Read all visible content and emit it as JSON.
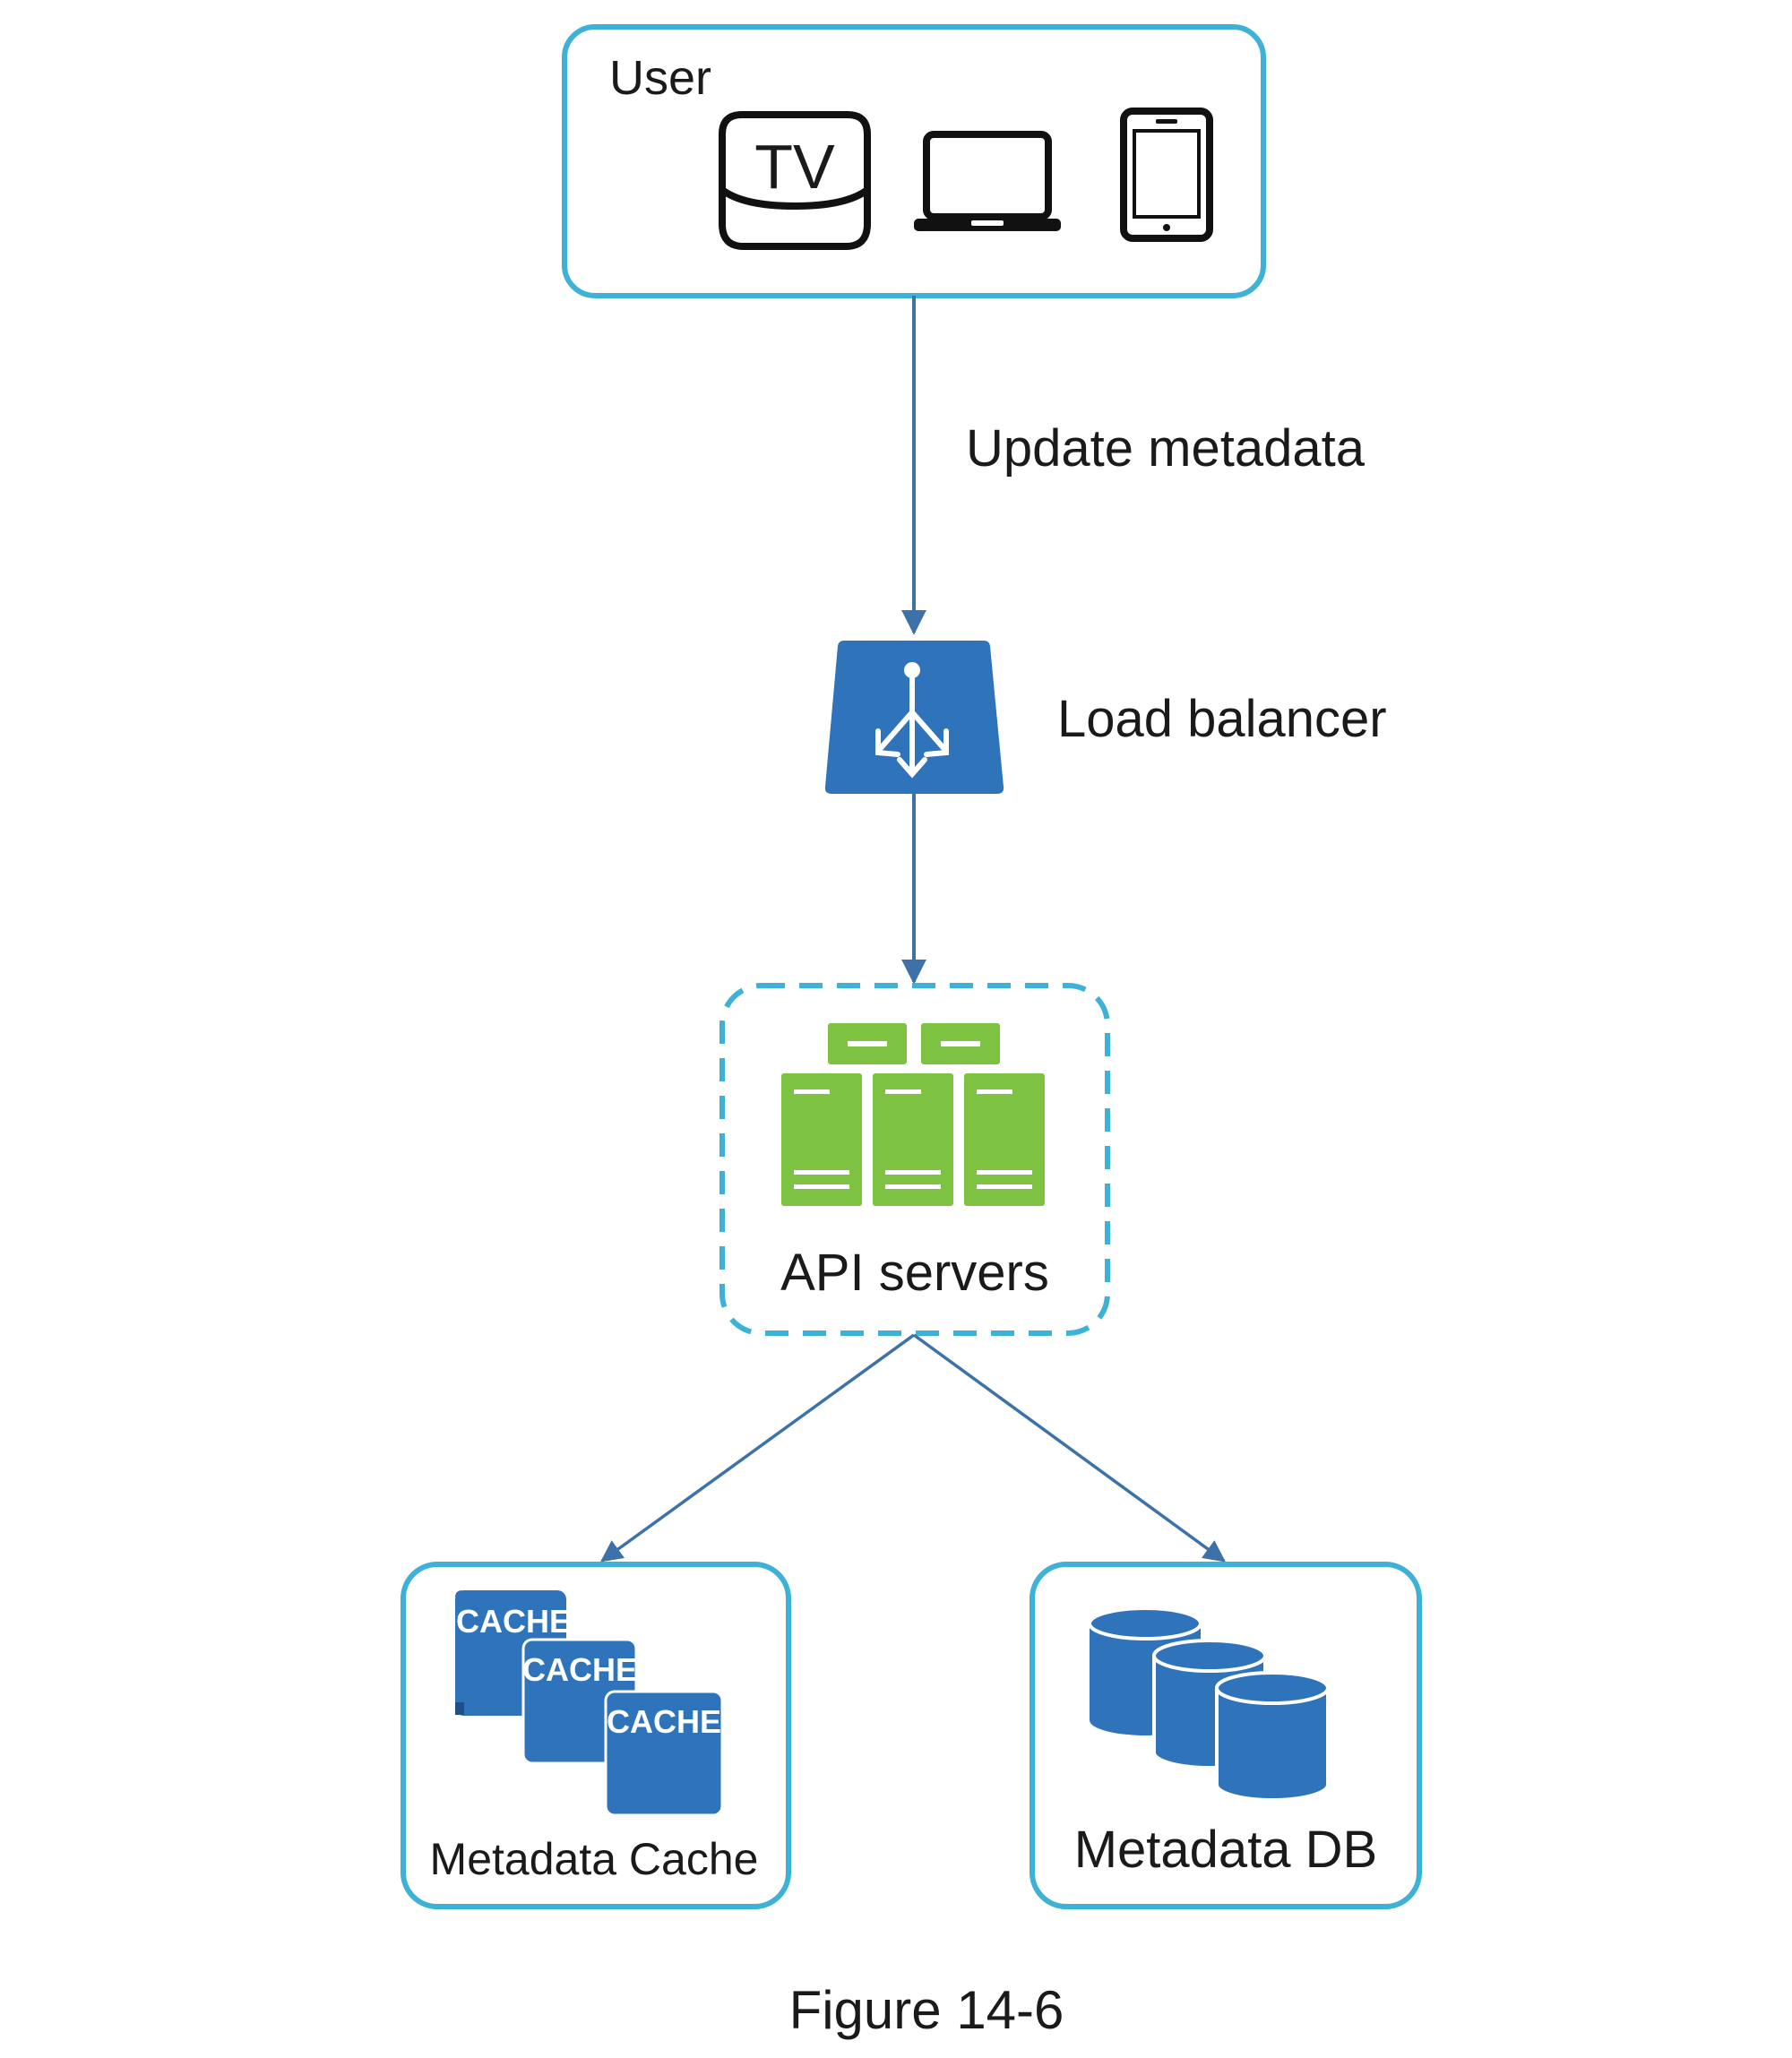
{
  "user": {
    "label": "User",
    "tv_text": "TV"
  },
  "edges": {
    "update_label": "Update metadata"
  },
  "load_balancer": {
    "label": "Load balancer"
  },
  "api_servers": {
    "label": "API servers"
  },
  "metadata_cache": {
    "label": "Metadata Cache",
    "tile_text": "CACHE"
  },
  "metadata_db": {
    "label": "Metadata DB"
  },
  "caption": "Figure 14-6",
  "colors": {
    "box_border": "#3db1d6",
    "edge": "#3c72a8",
    "blue_icon": "#2f73ba",
    "server_green": "#7ec242"
  }
}
